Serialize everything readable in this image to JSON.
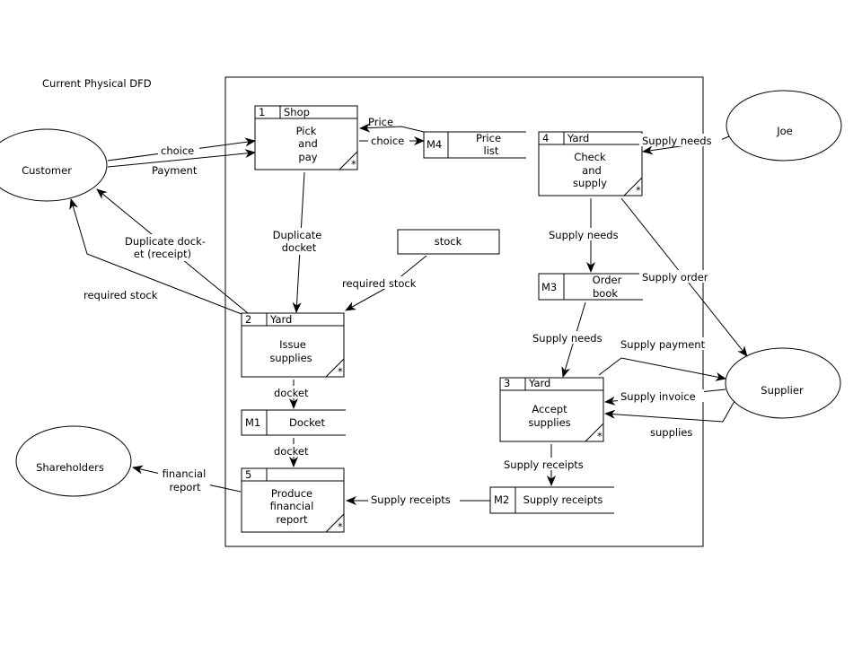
{
  "title": "Current Physical DFD",
  "entities": {
    "customer": "Customer",
    "joe": "Joe",
    "supplier": "Supplier",
    "shareholders": "Shareholders"
  },
  "processes": [
    {
      "id": "1",
      "location": "Shop",
      "name_lines": [
        "Pick",
        "and",
        "pay"
      ]
    },
    {
      "id": "4",
      "location": "Yard",
      "name_lines": [
        "Check",
        "and",
        "supply"
      ]
    },
    {
      "id": "2",
      "location": "Yard",
      "name_lines": [
        "Issue",
        "supplies"
      ]
    },
    {
      "id": "3",
      "location": "Yard",
      "name_lines": [
        "Accept",
        "supplies"
      ]
    },
    {
      "id": "5",
      "location": "",
      "name_lines": [
        "Produce",
        "financial",
        "report"
      ]
    }
  ],
  "process_marker": "*",
  "stores": [
    {
      "id": "M4",
      "name_lines": [
        "Price",
        "list"
      ]
    },
    {
      "id": "M3",
      "name_lines": [
        "Order",
        "book"
      ]
    },
    {
      "id": "M1",
      "name_lines": [
        "Docket"
      ]
    },
    {
      "id": "M2",
      "name_lines": [
        "Supply receipts"
      ]
    }
  ],
  "external_box": "stock",
  "flows": {
    "choice_customer": "choice",
    "payment": "Payment",
    "price": "Price",
    "choice_pricelist": "choice",
    "supply_needs_joe": "Supply needs",
    "duplicate_docket": [
      "Duplicate",
      "docket"
    ],
    "duplicate_docket_receipt": [
      "Duplicate dock-",
      "et (receipt)"
    ],
    "required_stock_customer": "required stock",
    "required_stock_stock": "required stock",
    "supply_needs_order": "Supply needs",
    "supply_order": "Supply order",
    "supply_needs_accept": "Supply needs",
    "supply_payment": "Supply payment",
    "supply_invoice": "Supply invoice",
    "supplies": "supplies",
    "docket_1": "docket",
    "docket_2": "docket",
    "supply_receipts_down": "Supply receipts",
    "supply_receipts_left": "Supply receipts",
    "financial_report": [
      "financial",
      "report"
    ]
  }
}
